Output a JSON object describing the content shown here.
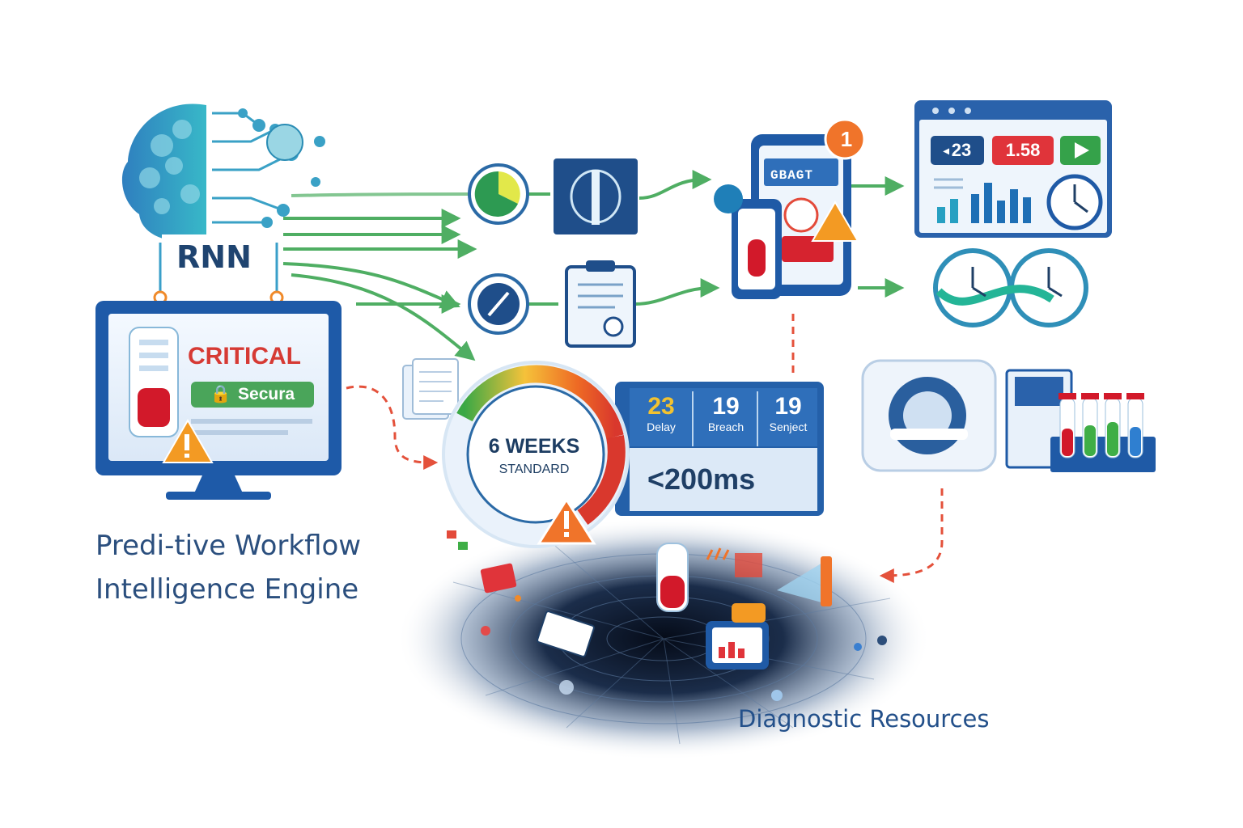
{
  "title": {
    "line1": "Predi-tive Workflow",
    "line2": "Intelligence Engine"
  },
  "model_label": "RNN",
  "monitor": {
    "status": "CRITICAL",
    "secure_label": "Secura",
    "icon": "warning-icon"
  },
  "gauge": {
    "main": "6 WEEKS",
    "sub": "STANDARD"
  },
  "stats": [
    {
      "value": "23",
      "label": "Delay",
      "color": "#f2c230"
    },
    {
      "value": "19",
      "label": "Breach",
      "color": "#ffffff"
    },
    {
      "value": "19",
      "label": "Senject",
      "color": "#ffffff"
    }
  ],
  "latency": "<200ms",
  "phone": {
    "label": "GBAGT",
    "notification_count": "1"
  },
  "dashboard": {
    "pill_left": "23",
    "pill_right": "1.58"
  },
  "diagnostic_label": "Diagnostic Resources",
  "colors": {
    "brand_blue": "#2b4f7e",
    "critical_red": "#d63a34",
    "flow_green": "#4fae63",
    "alert_orange": "#f0742a",
    "dashed_red": "#e4513b"
  }
}
